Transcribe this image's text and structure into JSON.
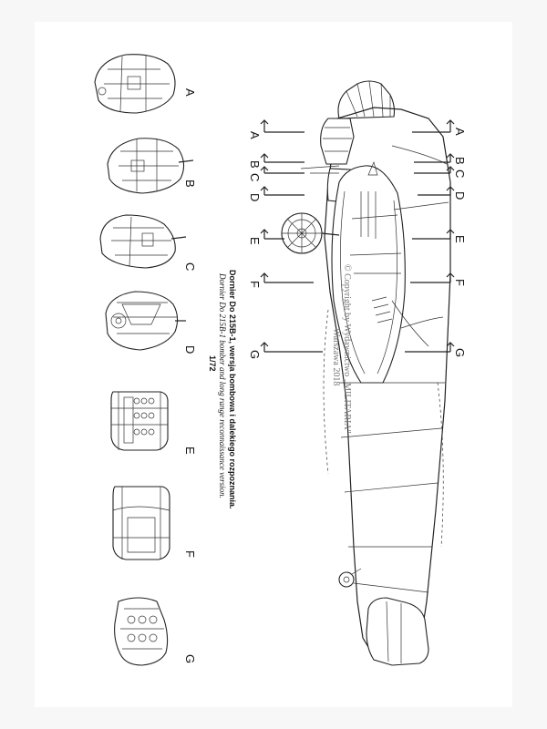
{
  "section_labels": {
    "left_column": [
      "A",
      "B",
      "C",
      "D",
      "E",
      "F",
      "G"
    ],
    "station_left": [
      "A",
      "B",
      "C",
      "D",
      "E",
      "F",
      "G"
    ],
    "station_right": [
      "A",
      "B",
      "C",
      "D",
      "E",
      "F",
      "G"
    ]
  },
  "caption": {
    "line1": "Dornier Do 215B-1, wersja bombowa i dalekiego rozpoznania.",
    "line2": "Dornier Do 215B-1 bomber and long range reconnaissance version.",
    "scale": "1/72"
  },
  "watermark": {
    "line1": "© Copyright by Wydawnictwo „MILITARIA\"",
    "line2": "Warszawa 2018"
  }
}
